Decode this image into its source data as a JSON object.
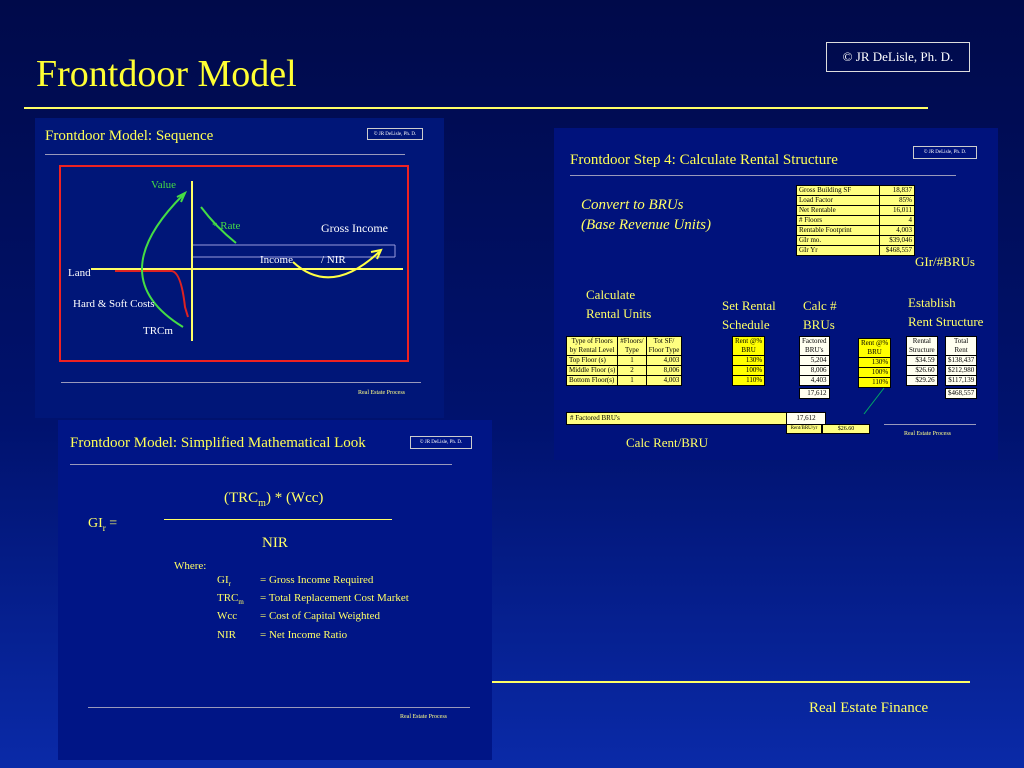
{
  "header": {
    "title": "Frontdoor Model",
    "copyright": "© JR DeLisle, Ph. D."
  },
  "footer": {
    "label": "Real Estate Finance"
  },
  "slide1": {
    "title": "Frontdoor Model: Sequence",
    "badge": "© JR DeLisle, Ph. D.",
    "footer": "Real Estate Process",
    "labels": {
      "value": "Value",
      "rate": "* Rate",
      "gross_income": "Gross Income",
      "income": "Income",
      "nir": "/ NIR",
      "land": "Land",
      "hard_soft": "Hard & Soft Costs",
      "trcm": "TRCm"
    }
  },
  "slide2": {
    "title": "Frontdoor Step 4: Calculate Rental Structure",
    "badge": "© JR DeLisle, Ph. D.",
    "footer": "Real Estate Process",
    "convert": "Convert to BRUs",
    "convert2": "(Base Revenue Units)",
    "gir_label": "GIr/#BRUs",
    "calc_units": [
      "Calculate",
      "Rental Units"
    ],
    "set_rental": [
      "Set Rental",
      "Schedule"
    ],
    "calc_brus": [
      "Calc #",
      "BRUs"
    ],
    "establish": [
      "Establish",
      "Rent Structure"
    ],
    "calc_rent_bru": "Calc Rent/BRU",
    "summary": [
      [
        "Gross Building SF",
        "18,837"
      ],
      [
        "Load Factor",
        "85%"
      ],
      [
        "Net Rentable",
        "16,011"
      ],
      [
        "# Floors",
        "4"
      ],
      [
        "Rentable Footprint",
        "4,003"
      ],
      [
        "GIr mo.",
        "$39,046"
      ],
      [
        "GIr Yr",
        "$468,557"
      ]
    ],
    "floors": {
      "headers": [
        [
          "Type of Floors",
          "by Rental Level"
        ],
        [
          "#Floors/",
          "Type"
        ],
        [
          "Tot SF/",
          "Floor Type"
        ]
      ],
      "rows": [
        [
          "Top Floor (s)",
          "1",
          "4,003"
        ],
        [
          "Middle Floor (s)",
          "2",
          "8,006"
        ],
        [
          "Bottom Floor(s)",
          "1",
          "4,003"
        ]
      ]
    },
    "schedule": {
      "header": [
        "Rent @%",
        "BRU"
      ],
      "rows": [
        "130%",
        "100%",
        "110%"
      ]
    },
    "factored": {
      "header": [
        "Factored",
        "BRU's"
      ],
      "rows": [
        "5,204",
        "8,006",
        "4,403"
      ],
      "total": "17,612"
    },
    "schedule2": {
      "header": [
        "Rent @%",
        "BRU"
      ],
      "rows": [
        "130%",
        "100%",
        "110%"
      ]
    },
    "rent_structure": {
      "header": [
        "Rental",
        "Structure"
      ],
      "rows": [
        "$34.59",
        "$26.60",
        "$29.26"
      ]
    },
    "total_rent": {
      "header": [
        "Total",
        "Rent"
      ],
      "rows": [
        "$138,437",
        "$212,980",
        "$117,139"
      ],
      "total": "$468,557"
    },
    "bottom_bar": {
      "label": "# Factored BRU's",
      "value": "17,612",
      "rent_label": "Rent/BRU/yr",
      "rent_value": "$26.60"
    }
  },
  "slide3": {
    "title": "Frontdoor Model: Simplified Mathematical Look",
    "badge": "© JR DeLisle, Ph. D.",
    "footer": "Real Estate Process",
    "numerator_a": "(TRC",
    "numerator_sub": "m",
    "numerator_b": ") * (Wcc)",
    "lhs": "GI",
    "lhs_sub": "r",
    "lhs_eq": " =",
    "denominator": "NIR",
    "where": "Where:",
    "defs": [
      {
        "sym": "GI",
        "sub": "r",
        "def": "= Gross Income Required"
      },
      {
        "sym": "TRC",
        "sub": "m",
        "def": "= Total Replacement Cost Market"
      },
      {
        "sym": "Wcc",
        "sub": "",
        "def": "= Cost of Capital Weighted"
      },
      {
        "sym": "NIR",
        "sub": "",
        "def": "= Net Income Ratio"
      }
    ]
  }
}
